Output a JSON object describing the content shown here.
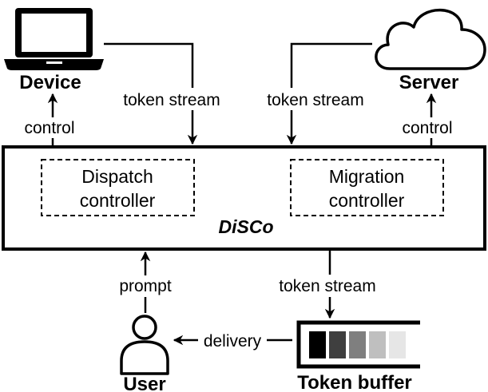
{
  "nodes": {
    "device": {
      "label": "Device",
      "icon": "laptop-icon"
    },
    "server": {
      "label": "Server",
      "icon": "cloud-icon"
    },
    "disco": {
      "label": "DiSCo"
    },
    "dispatch": {
      "line1": "Dispatch",
      "line2": "controller"
    },
    "migration": {
      "line1": "Migration",
      "line2": "controller"
    },
    "user": {
      "label": "User",
      "icon": "user-icon"
    },
    "buffer": {
      "label": "Token buffer",
      "icon": "token-buffer-icon",
      "cell_colors": [
        "#000000",
        "#3f3f3f",
        "#7f7f7f",
        "#bfbfbf",
        "#e6e6e6"
      ]
    }
  },
  "edges": {
    "device_token_stream": "token stream",
    "server_token_stream": "token stream",
    "device_control": "control",
    "server_control": "control",
    "prompt": "prompt",
    "buffer_token_stream": "token stream",
    "delivery": "delivery"
  }
}
